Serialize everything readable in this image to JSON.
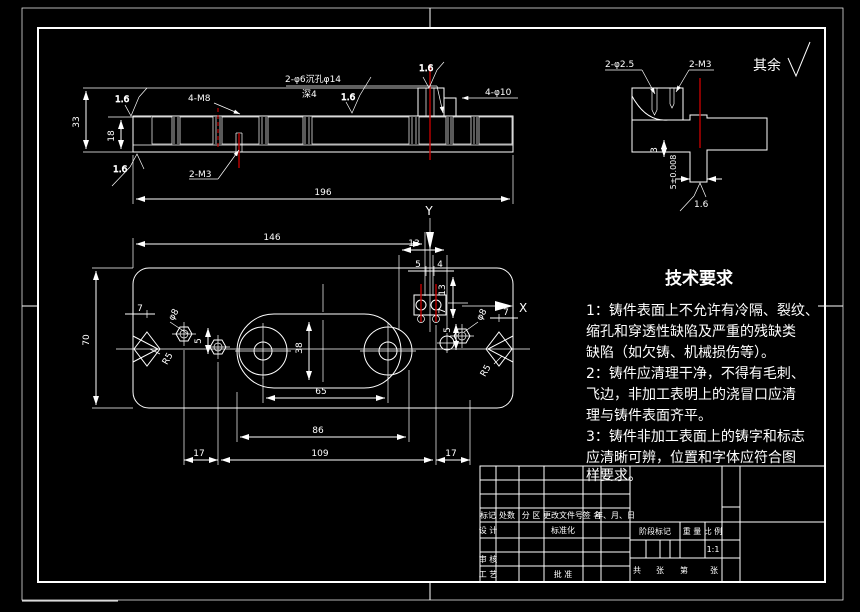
{
  "colors": {
    "background": "#000000",
    "line": "#ffffff",
    "centerline_red": "#c00000"
  },
  "front": {
    "cbore1": "2-φ6沉孔φ14",
    "cbore2": "深4",
    "ra_mid": "1.6",
    "ra_top": "1.6",
    "ra_tl": "1.6",
    "ra_bl": "1.6",
    "m8": "4-M8",
    "phi10": "4-φ10",
    "m3": "2-M3",
    "len": "196",
    "h": "33",
    "step": "18"
  },
  "detail": {
    "holes": "2-φ2.5",
    "tap": "2-M3",
    "d3": "3",
    "tol": "5±0.008",
    "ra": "1.6",
    "rest": "其余"
  },
  "plan": {
    "w": "146",
    "h": "70",
    "d13": "13",
    "d5": "5",
    "d4": "4",
    "l7": "7",
    "lphi8": "φ8",
    "lr5": "R5",
    "l5": "5",
    "l17": "17",
    "s38": "38",
    "d65": "65",
    "d86": "86",
    "d109": "109",
    "r17": "17",
    "r13": "13",
    "r7v": "7",
    "r7h": "7",
    "rphi8": "φ8",
    "rr5": "R5",
    "r5": "5",
    "ax": "X",
    "ay": "Y"
  },
  "tech": {
    "title": "技术要求",
    "lines": [
      "1：铸件表面上不允许有冷隔、裂纹、",
      "缩孔和穿透性缺陷及严重的残缺类",
      "缺陷（如欠铸、机械损伤等）。",
      "2：铸件应清理干净，不得有毛刺、",
      "飞边，非加工表明上的浇冒口应清",
      "理与铸件表面齐平。",
      "3：铸件非加工表面上的铸字和标志",
      "应清晰可辨，位置和字体应符合图",
      "样要求。"
    ]
  },
  "tb": {
    "h1": "标记",
    "h2": "处数",
    "h3": "分 区",
    "h4": "更改文件号",
    "h5": "签 名",
    "h6": "年、月、日",
    "design": "设 计",
    "std": "标准化",
    "check": "审 核",
    "process": "工 艺",
    "approve": "批 准",
    "stage": "阶段标记",
    "weight": "重 量",
    "scale": "比 例",
    "scale_val": "1:1",
    "sheet1": "共",
    "sheet2": "张",
    "sheet3": "第",
    "sheet4": "张"
  }
}
